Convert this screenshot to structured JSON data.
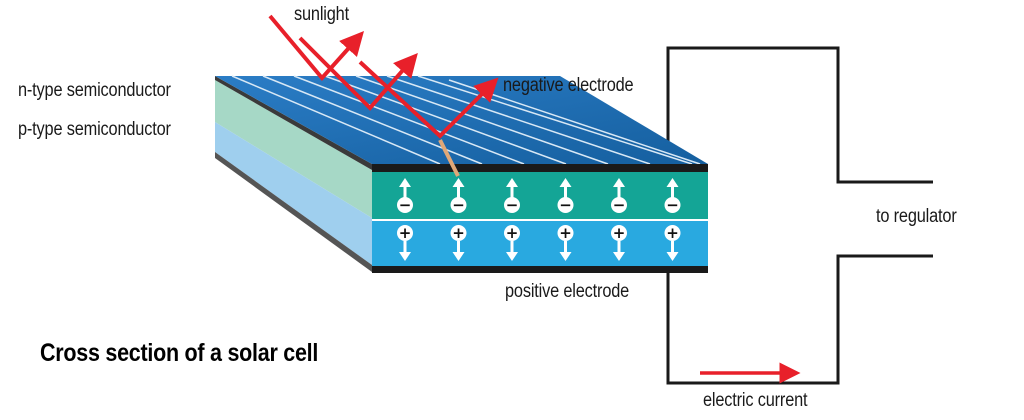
{
  "title": "Cross section of a solar cell",
  "labels": {
    "sunlight": "sunlight",
    "n_type": "n-type semiconductor",
    "p_type": "p-type semiconductor",
    "negative_electrode": "negative electrode",
    "positive_electrode": "positive electrode",
    "to_regulator": "to regulator",
    "electric_current": "electric current"
  },
  "colors": {
    "panel_top": "#1f6fb8",
    "n_layer_front": "#14a596",
    "p_layer_front": "#29a9e0",
    "n_layer_side": "#a6d8c6",
    "p_layer_side": "#9fcfee",
    "electrode": "#1a1a1a",
    "arrow": "#e8202a"
  },
  "carriers": {
    "electron_sign": "−",
    "hole_sign": "+",
    "count": 6
  }
}
